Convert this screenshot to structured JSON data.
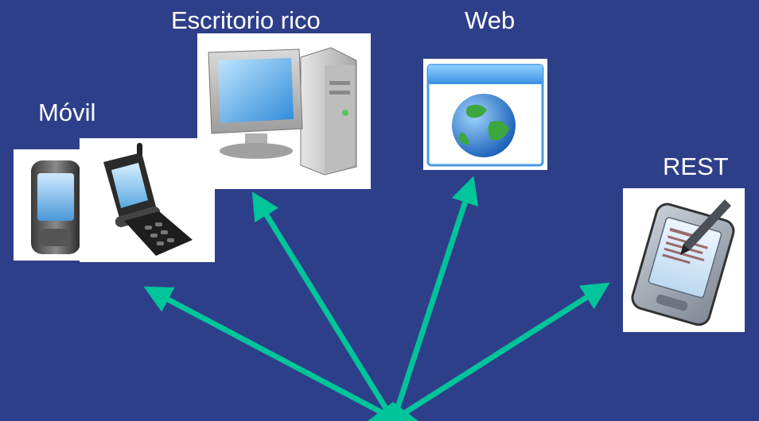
{
  "labels": {
    "mobile": "Móvil",
    "desktop": "Escritorio rico",
    "web": "Web",
    "rest": "REST"
  },
  "colors": {
    "background": "#2e3f8a",
    "arrow": "#00c49a",
    "label": "#ffffff"
  },
  "icons": {
    "mobile": [
      "smartphone-icon",
      "flip-phone-icon"
    ],
    "desktop": "desktop-computer-icon",
    "web": "web-browser-globe-icon",
    "rest": "tablet-stylus-icon"
  }
}
